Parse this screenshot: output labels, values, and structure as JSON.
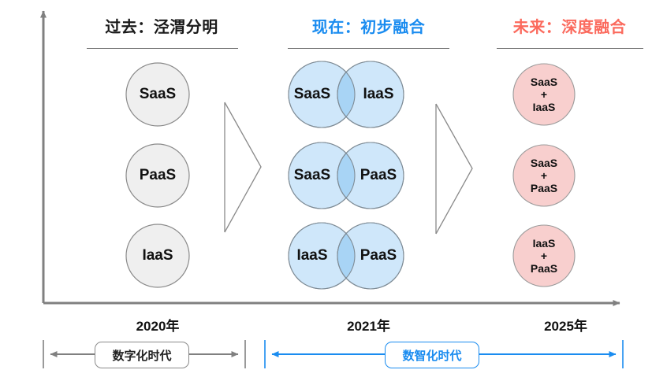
{
  "diagram": {
    "title_columns": [
      {
        "key": "past",
        "label": "过去：泾渭分明",
        "color": "#1a1a1a"
      },
      {
        "key": "now",
        "label": "现在：初步融合",
        "color": "#1a8cf0"
      },
      {
        "key": "future",
        "label": "未来：深度融合",
        "color": "#fb6a5d"
      }
    ],
    "columns": {
      "past": {
        "header": "过去：泾渭分明",
        "bubbles": [
          {
            "label": "SaaS"
          },
          {
            "label": "PaaS"
          },
          {
            "label": "IaaS"
          }
        ]
      },
      "now": {
        "header": "现在：初步融合",
        "venn_rows": [
          {
            "left": "SaaS",
            "right": "IaaS"
          },
          {
            "left": "SaaS",
            "right": "PaaS"
          },
          {
            "left": "IaaS",
            "right": "PaaS"
          }
        ]
      },
      "future": {
        "header": "未来：深度融合",
        "bubbles": [
          {
            "line1": "SaaS",
            "plus": "+",
            "line2": "IaaS"
          },
          {
            "line1": "SaaS",
            "plus": "+",
            "line2": "PaaS"
          },
          {
            "line1": "IaaS",
            "plus": "+",
            "line2": "PaaS"
          }
        ]
      }
    },
    "axis": {
      "y_axis": "vertical-arrow-axis",
      "x_axis": "horizontal-arrow-axis"
    },
    "transition_arrows": [
      {
        "name": "chevron-past-to-now"
      },
      {
        "name": "chevron-now-to-future"
      }
    ],
    "timeline": {
      "years": [
        "2020年",
        "2021年",
        "2025年"
      ],
      "year_2020": "2020年",
      "year_2021": "2021年",
      "year_2025": "2025年",
      "eras": [
        {
          "label": "数字化时代",
          "color": "#8a8a8a",
          "style": "double-arrow"
        },
        {
          "label": "数智化时代",
          "color": "#1a8cf0",
          "style": "double-arrow"
        }
      ],
      "era_digital": "数字化时代",
      "era_intelligent": "数智化时代"
    },
    "colors": {
      "grey_fill": "#efefef",
      "grey_stroke": "#8a8a8a",
      "blue_fill": "#cfe7fa",
      "blue_overlap": "#a8d4f5",
      "blue_stroke": "#7f8c96",
      "pink_fill": "#f8cfce",
      "pink_stroke": "#9a9a9a",
      "accent_blue": "#1a8cf0",
      "accent_red": "#fb6a5d",
      "axis_grey": "#808080"
    }
  }
}
